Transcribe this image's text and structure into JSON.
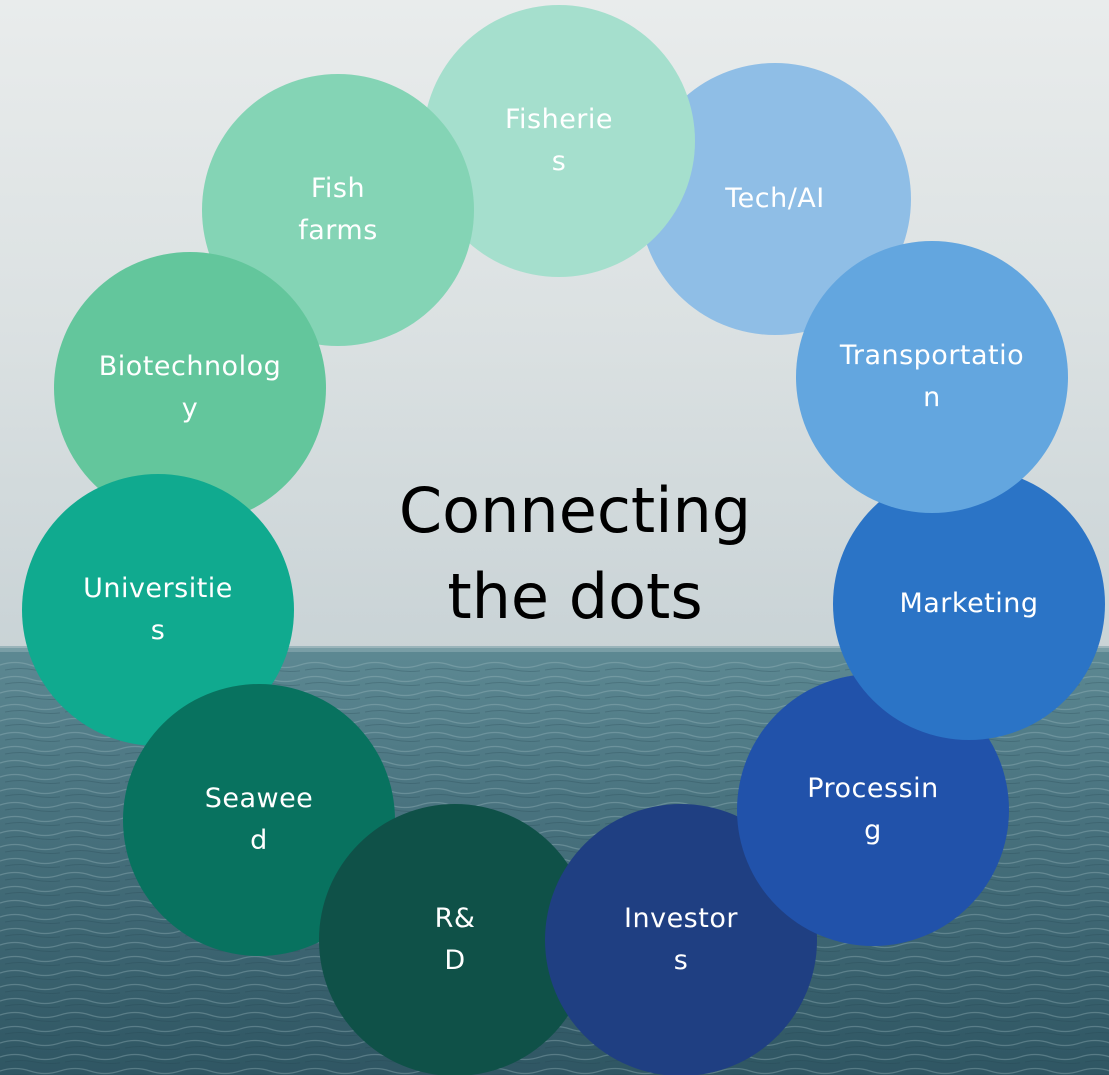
{
  "center_title": "Connecting\nthe dots",
  "nodes": [
    {
      "id": "fisheries",
      "label": "Fisherie\ns",
      "color": "#a5dfcd"
    },
    {
      "id": "tech-ai",
      "label": "Tech/AI",
      "color": "#8fbee6"
    },
    {
      "id": "transportation",
      "label": "Transportatio\nn",
      "color": "#63a6df"
    },
    {
      "id": "marketing",
      "label": "Marketing",
      "color": "#2b74c6"
    },
    {
      "id": "processing",
      "label": "Processin\ng",
      "color": "#2152aa"
    },
    {
      "id": "investors",
      "label": "Investor\ns",
      "color": "#1f3f82"
    },
    {
      "id": "rd",
      "label": "R&\nD",
      "color": "#0f5148"
    },
    {
      "id": "seaweed",
      "label": "Seawee\nd",
      "color": "#08725f"
    },
    {
      "id": "universities",
      "label": "Universitie\ns",
      "color": "#10aa8f"
    },
    {
      "id": "biotechnology",
      "label": "Biotechnolog\ny",
      "color": "#63c69c"
    },
    {
      "id": "fish-farms",
      "label": "Fish\nfarms",
      "color": "#84d4b5"
    }
  ],
  "background": {
    "sky_color": "#dde2e3",
    "sea_color": "#3f6a75"
  }
}
